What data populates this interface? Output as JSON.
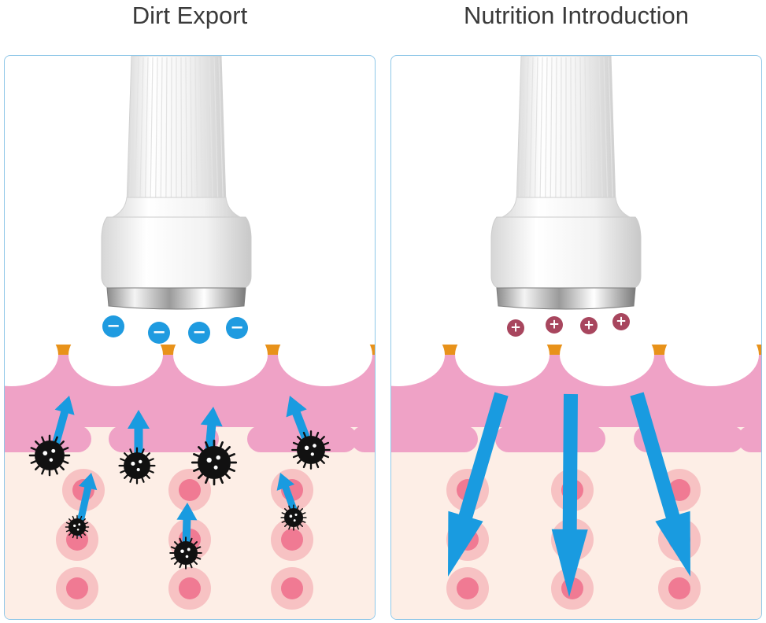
{
  "left_panel": {
    "title": "Dirt Export",
    "ion_symbol": "−",
    "ion_count": 4,
    "ion_color": "#1f9be0"
  },
  "right_panel": {
    "title": "Nutrition Introduction",
    "ion_symbol": "+",
    "ion_count": 4,
    "ion_color": "#a8465e"
  },
  "colors": {
    "border": "#8fc7e8",
    "electrode_line": "#e8921a",
    "skin_upper": "#efa2c6",
    "skin_lower": "#fdeee6",
    "cell_outer": "#f7c2c3",
    "cell_inner": "#f07a93",
    "arrow": "#199be0",
    "dirt": "#111111"
  },
  "icons": {
    "device": "handheld-beauty-device-icon",
    "dirt": "dirt-particle-icon",
    "arrow": "arrow-icon"
  }
}
